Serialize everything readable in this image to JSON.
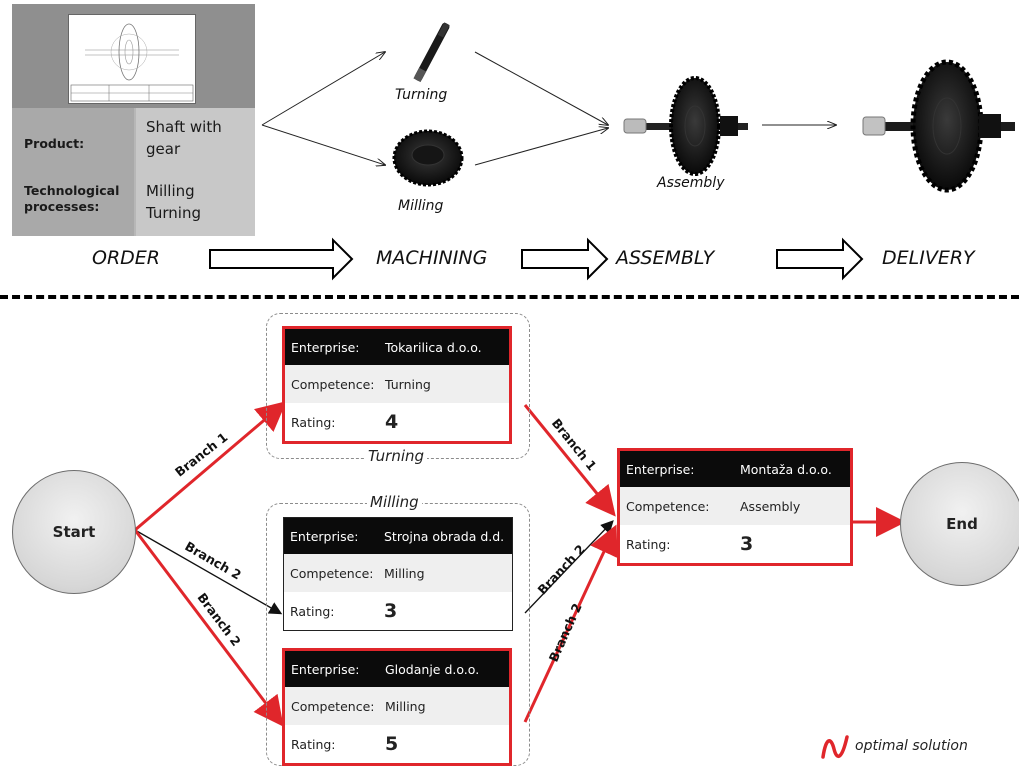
{
  "order": {
    "product_label": "Product:",
    "product_value": "Shaft with gear",
    "processes_label": "Technological processes:",
    "processes_value": "Milling Turning"
  },
  "captions": {
    "turning": "Turning",
    "milling": "Milling",
    "assembly": "Assembly"
  },
  "phases": [
    "ORDER",
    "MACHINING",
    "ASSEMBLY",
    "DELIVERY"
  ],
  "graph": {
    "start": "Start",
    "end": "End",
    "group_turning": "Turning",
    "group_milling": "Milling",
    "field_enterprise": "Enterprise:",
    "field_competence": "Competence:",
    "field_rating": "Rating:",
    "cards": [
      {
        "enterprise": "Tokarilica d.o.o.",
        "competence": "Turning",
        "rating": "4",
        "optimal": true
      },
      {
        "enterprise": "Strojna obrada d.d.",
        "competence": "Milling",
        "rating": "3",
        "optimal": false
      },
      {
        "enterprise": "Glodanje d.o.o.",
        "competence": "Milling",
        "rating": "5",
        "optimal": true
      },
      {
        "enterprise": "Montaža d.o.o.",
        "competence": "Assembly",
        "rating": "3",
        "optimal": true
      }
    ],
    "branches": [
      "Branch 1",
      "Branch 2",
      "Branch 2",
      "Branch 1",
      "Branch 2",
      "Branch 2"
    ]
  },
  "legend": {
    "label": "optimal solution",
    "color": "#e0262b"
  }
}
